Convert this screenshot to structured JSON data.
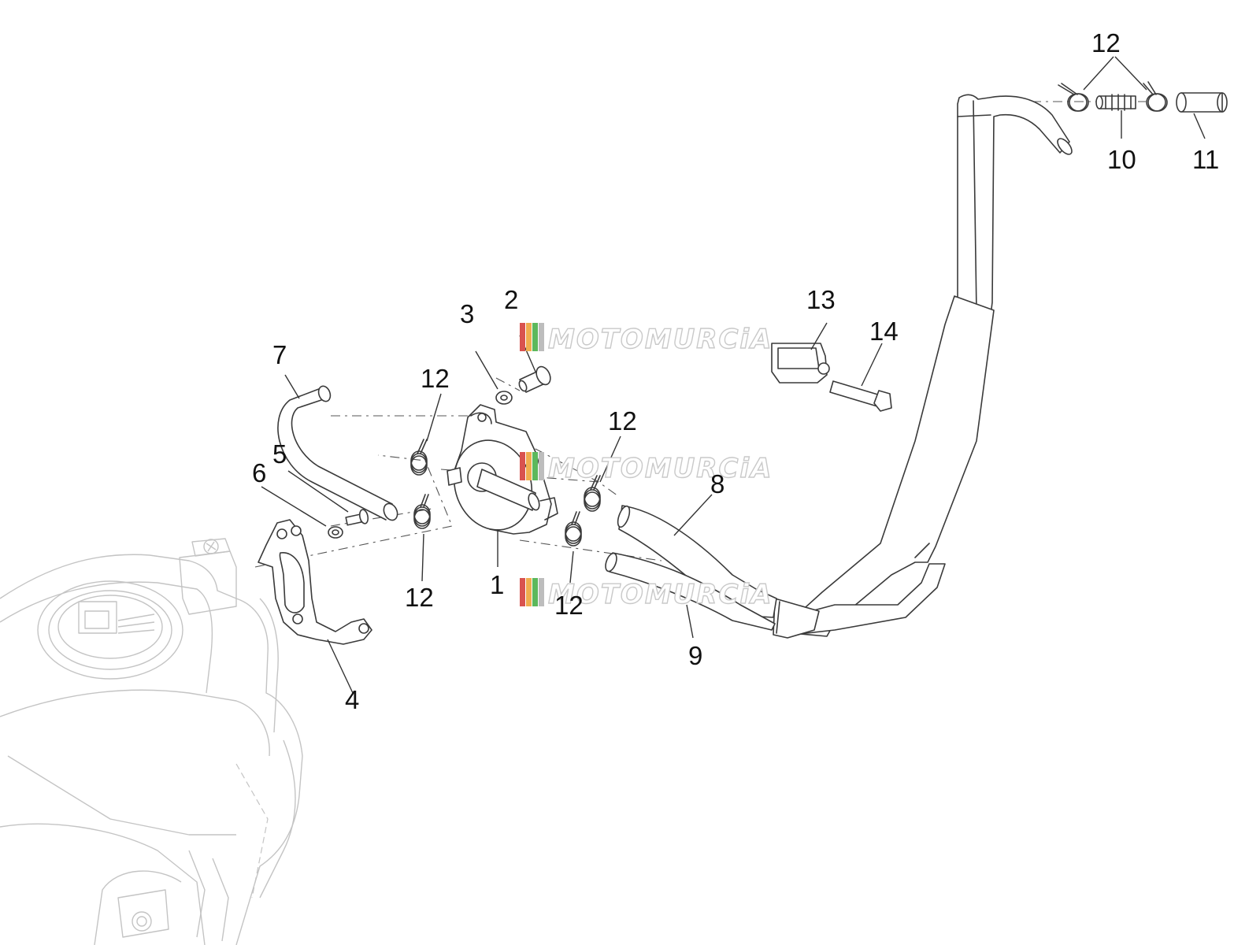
{
  "watermark": {
    "text": "MOTOMURCiA",
    "colors": [
      "#d9534f",
      "#f0ad4e",
      "#5cb85c",
      "#bdbdbd"
    ]
  },
  "callouts": [
    {
      "id": "1",
      "label": "1"
    },
    {
      "id": "2",
      "label": "2"
    },
    {
      "id": "3",
      "label": "3"
    },
    {
      "id": "4",
      "label": "4"
    },
    {
      "id": "5",
      "label": "5"
    },
    {
      "id": "6",
      "label": "6"
    },
    {
      "id": "7",
      "label": "7"
    },
    {
      "id": "8",
      "label": "8"
    },
    {
      "id": "9",
      "label": "9"
    },
    {
      "id": "10",
      "label": "10"
    },
    {
      "id": "11",
      "label": "11"
    },
    {
      "id": "12a",
      "label": "12"
    },
    {
      "id": "12b",
      "label": "12"
    },
    {
      "id": "12c",
      "label": "12"
    },
    {
      "id": "12d",
      "label": "12"
    },
    {
      "id": "12e",
      "label": "12"
    },
    {
      "id": "13",
      "label": "13"
    },
    {
      "id": "14",
      "label": "14"
    }
  ]
}
